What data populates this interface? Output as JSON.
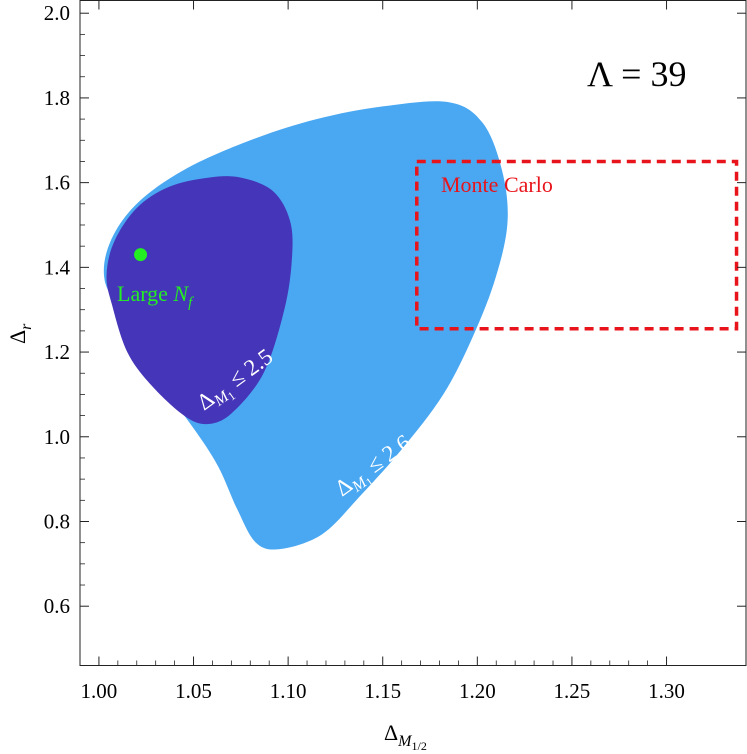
{
  "chart_data": {
    "type": "scatter",
    "xlabel": "Δ",
    "xlabel_sub": "M",
    "xlabel_subsub": "1/2",
    "ylabel": "Δ",
    "ylabel_sub": "r",
    "xlim": [
      0.99,
      1.342
    ],
    "ylim": [
      0.46,
      2.03
    ],
    "xticks": [
      1.0,
      1.05,
      1.1,
      1.15,
      1.2,
      1.25,
      1.3
    ],
    "xtick_labels": [
      "1.00",
      "1.05",
      "1.10",
      "1.15",
      "1.20",
      "1.25",
      "1.30"
    ],
    "yticks": [
      0.6,
      0.8,
      1.0,
      1.2,
      1.4,
      1.6,
      1.8,
      2.0
    ],
    "ytick_labels": [
      "0.6",
      "0.8",
      "1.0",
      "1.2",
      "1.4",
      "1.6",
      "1.8",
      "2.0"
    ],
    "lambda_label": "Λ = 39",
    "colors": {
      "outer_region": "#4aa8f2",
      "inner_region": "#4535b8",
      "large_nf": "#22ee22",
      "monte_carlo": "#e8141b"
    },
    "regions": [
      {
        "label_prefix": "Δ",
        "label_sub": "M",
        "label_subsub": "1",
        "label_suffix": " ≤ 2.6",
        "boundary": [
          [
            1.013,
            1.28
          ],
          [
            1.003,
            1.37
          ],
          [
            1.006,
            1.46
          ],
          [
            1.02,
            1.55
          ],
          [
            1.045,
            1.63
          ],
          [
            1.08,
            1.7
          ],
          [
            1.115,
            1.75
          ],
          [
            1.15,
            1.78
          ],
          [
            1.185,
            1.79
          ],
          [
            1.203,
            1.74
          ],
          [
            1.213,
            1.63
          ],
          [
            1.216,
            1.51
          ],
          [
            1.21,
            1.38
          ],
          [
            1.198,
            1.24
          ],
          [
            1.182,
            1.1
          ],
          [
            1.16,
            0.97
          ],
          [
            1.138,
            0.86
          ],
          [
            1.118,
            0.77
          ],
          [
            1.096,
            0.735
          ],
          [
            1.083,
            0.75
          ],
          [
            1.073,
            0.83
          ],
          [
            1.063,
            0.93
          ],
          [
            1.05,
            1.02
          ],
          [
            1.033,
            1.12
          ],
          [
            1.018,
            1.2
          ]
        ]
      },
      {
        "label_prefix": "Δ",
        "label_sub": "M",
        "label_subsub": "1",
        "label_suffix": " ≤ 2.5",
        "boundary": [
          [
            1.007,
            1.31
          ],
          [
            1.004,
            1.38
          ],
          [
            1.008,
            1.46
          ],
          [
            1.02,
            1.54
          ],
          [
            1.037,
            1.59
          ],
          [
            1.058,
            1.612
          ],
          [
            1.075,
            1.612
          ],
          [
            1.092,
            1.58
          ],
          [
            1.101,
            1.51
          ],
          [
            1.102,
            1.42
          ],
          [
            1.098,
            1.3
          ],
          [
            1.087,
            1.15
          ],
          [
            1.07,
            1.055
          ],
          [
            1.057,
            1.03
          ],
          [
            1.045,
            1.05
          ],
          [
            1.028,
            1.12
          ],
          [
            1.015,
            1.2
          ]
        ]
      }
    ],
    "points": [
      {
        "name": "Large N",
        "label": "Large",
        "label_italic": "N",
        "label_sub": "f",
        "x": 1.022,
        "y": 1.43
      }
    ],
    "boxes": [
      {
        "name": "Monte Carlo",
        "label": "Monte Carlo",
        "x": [
          1.168,
          1.337
        ],
        "y": [
          1.255,
          1.65
        ]
      }
    ]
  }
}
